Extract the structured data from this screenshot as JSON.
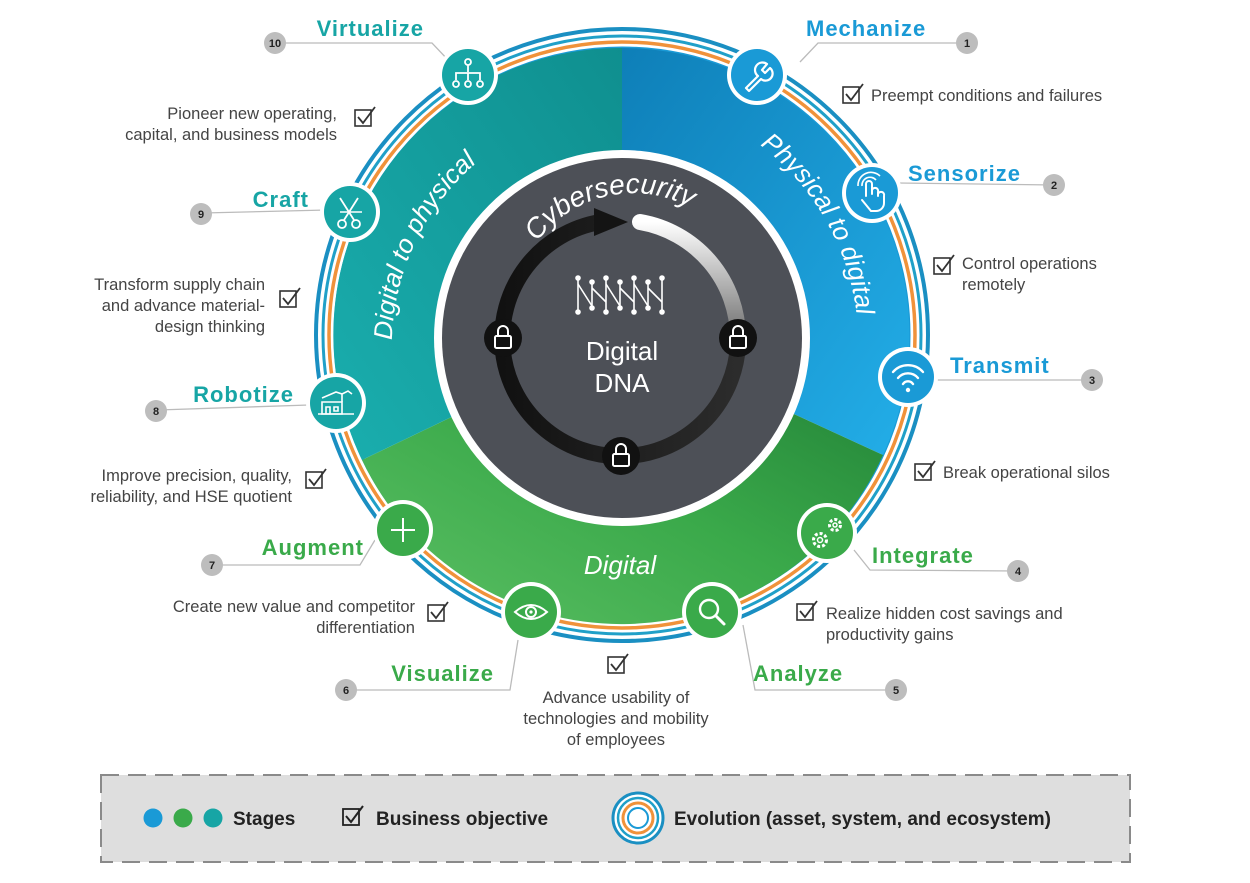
{
  "center": {
    "ring_label": "Cybersecurity",
    "title_line1": "Digital",
    "title_line2": "DNA",
    "segments": [
      "Physical to digital",
      "Digital",
      "Digital to physical"
    ],
    "lock_icon": "lock-icon",
    "dna_icon": "dna-icon"
  },
  "colors": {
    "blue": "#1a9ad6",
    "green": "#3aaa4a",
    "teal": "#17a5a5",
    "core": "#4d5057",
    "ring_outer": "#1a8fc2",
    "ring_orange": "#f0923a",
    "number_badge": "#bdbdbd"
  },
  "stages": [
    {
      "number": "1",
      "name": "Mechanize",
      "icon": "wrench-icon",
      "group": "blue"
    },
    {
      "number": "2",
      "name": "Sensorize",
      "icon": "touch-icon",
      "group": "blue"
    },
    {
      "number": "3",
      "name": "Transmit",
      "icon": "wifi-icon",
      "group": "blue"
    },
    {
      "number": "4",
      "name": "Integrate",
      "icon": "gears-icon",
      "group": "green"
    },
    {
      "number": "5",
      "name": "Analyze",
      "icon": "magnifier-icon",
      "group": "green"
    },
    {
      "number": "6",
      "name": "Visualize",
      "icon": "eye-icon",
      "group": "green"
    },
    {
      "number": "7",
      "name": "Augment",
      "icon": "plus-icon",
      "group": "green"
    },
    {
      "number": "8",
      "name": "Robotize",
      "icon": "factory-robot-icon",
      "group": "teal"
    },
    {
      "number": "9",
      "name": "Craft",
      "icon": "scissors-icon",
      "group": "teal"
    },
    {
      "number": "10",
      "name": "Virtualize",
      "icon": "network-icon",
      "group": "teal"
    }
  ],
  "objectives": {
    "o1": [
      "Preempt conditions and failures"
    ],
    "o2": [
      "Control operations",
      "remotely"
    ],
    "o3": [
      "Break operational silos"
    ],
    "o4": [
      "Realize hidden cost savings and",
      "productivity gains"
    ],
    "o5": [
      "Advance usability of",
      "technologies and mobility",
      "of employees"
    ],
    "o6": [
      "Create new value and competitor",
      "differentiation"
    ],
    "o7": [
      "Improve precision, quality,",
      "reliability, and HSE quotient"
    ],
    "o8": [
      "Transform supply chain",
      "and advance material-",
      "design thinking"
    ],
    "o9": [
      "Pioneer new operating,",
      "capital, and business models"
    ]
  },
  "legend": {
    "stages_label": "Stages",
    "objective_label": "Business objective",
    "evolution_label": "Evolution (asset, system, and ecosystem)"
  }
}
